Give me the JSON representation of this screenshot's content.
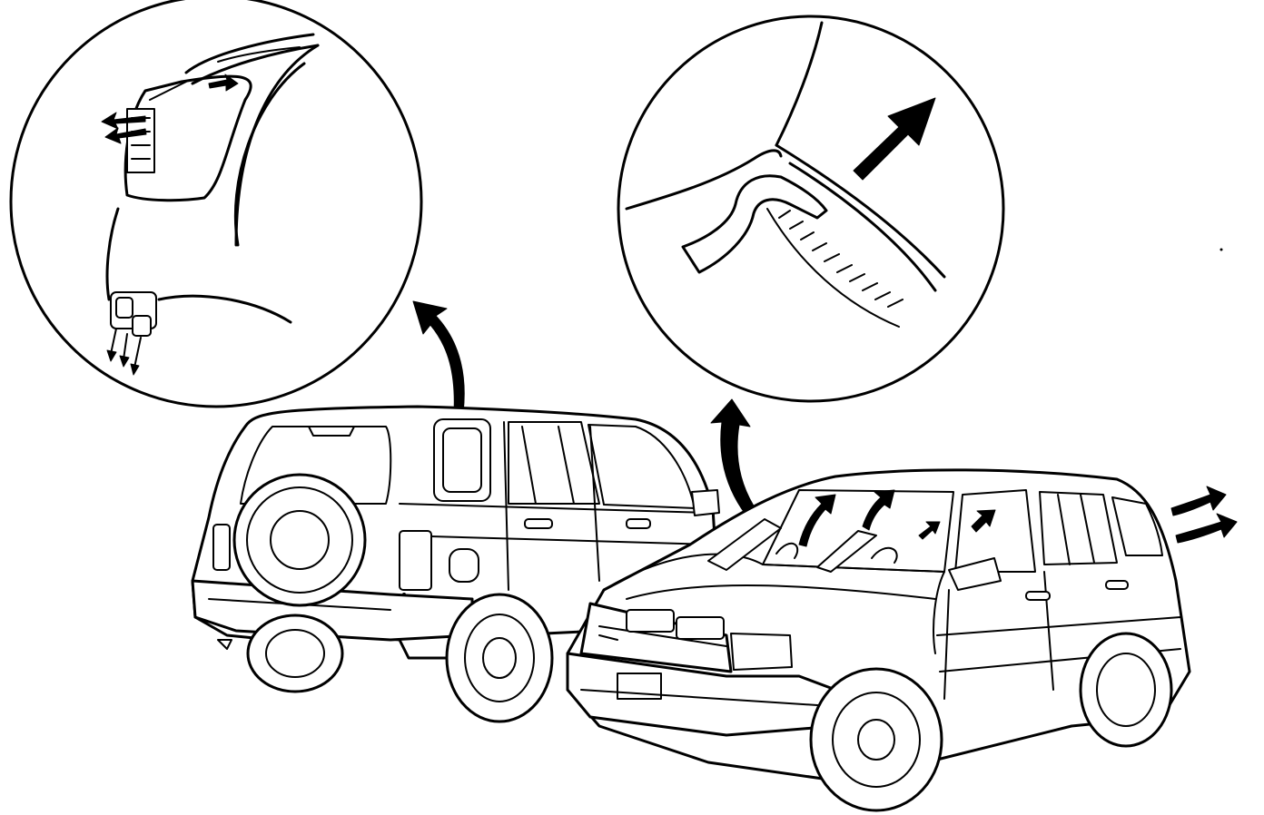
{
  "diagram": {
    "description_visible_text": "",
    "colors": {
      "line": "#000000",
      "background": "#ffffff"
    },
    "views": [
      {
        "id": "rear-vehicle",
        "kind": "vehicle-rear-three-quarter"
      },
      {
        "id": "front-vehicle",
        "kind": "vehicle-front-three-quarter"
      },
      {
        "id": "detail-left",
        "kind": "magnified-detail-circle",
        "shows": "rear-quarter-clips"
      },
      {
        "id": "detail-right",
        "kind": "magnified-detail-circle",
        "shows": "weatherstrip-removal"
      }
    ],
    "arrows": [
      {
        "id": "arrow-to-detail-left",
        "style": "solid-curved"
      },
      {
        "id": "arrow-to-detail-right",
        "style": "solid-curved"
      },
      {
        "id": "arrow-detail-right-big",
        "style": "solid-straight"
      },
      {
        "id": "arrow-roof-1",
        "style": "solid-curved"
      },
      {
        "id": "arrow-roof-2",
        "style": "solid-curved"
      },
      {
        "id": "arrow-rear-1",
        "style": "solid-curved"
      },
      {
        "id": "arrow-rear-2",
        "style": "solid-curved"
      }
    ]
  }
}
